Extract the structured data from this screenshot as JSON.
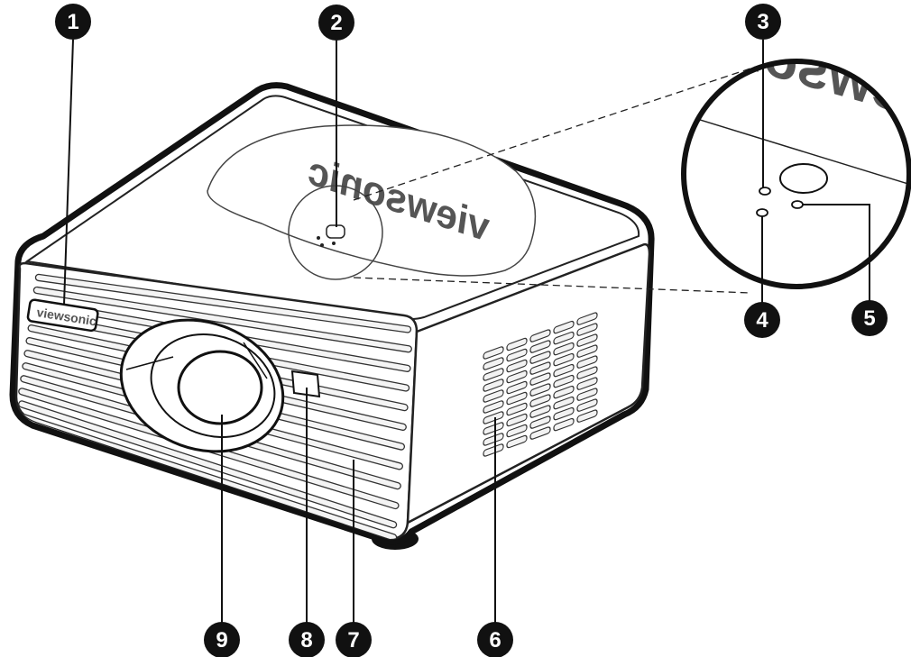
{
  "brand": {
    "top_logo": "viewsonic",
    "front_logo": "viewsonic"
  },
  "callouts": [
    {
      "number": "1"
    },
    {
      "number": "2"
    },
    {
      "number": "3"
    },
    {
      "number": "4"
    },
    {
      "number": "5"
    },
    {
      "number": "6"
    },
    {
      "number": "7"
    },
    {
      "number": "8"
    },
    {
      "number": "9"
    }
  ],
  "colors": {
    "outline": "#111111",
    "callout_fill": "#111111",
    "callout_text": "#ffffff",
    "body_fill": "#ffffff",
    "grille_fill": "#f2f2f2"
  }
}
